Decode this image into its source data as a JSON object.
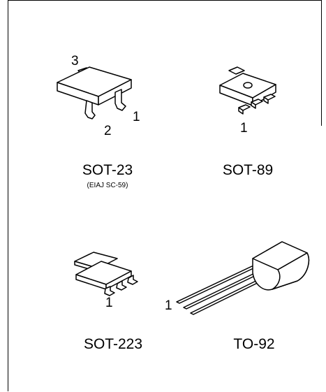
{
  "packages": [
    {
      "name": "SOT-23",
      "note": "(EIAJ SC-59)",
      "pins": [
        "1",
        "2",
        "3"
      ]
    },
    {
      "name": "SOT-89",
      "pins": [
        "1"
      ]
    },
    {
      "name": "SOT-223",
      "pins": [
        "1"
      ]
    },
    {
      "name": "TO-92",
      "pins": [
        "1"
      ]
    }
  ]
}
